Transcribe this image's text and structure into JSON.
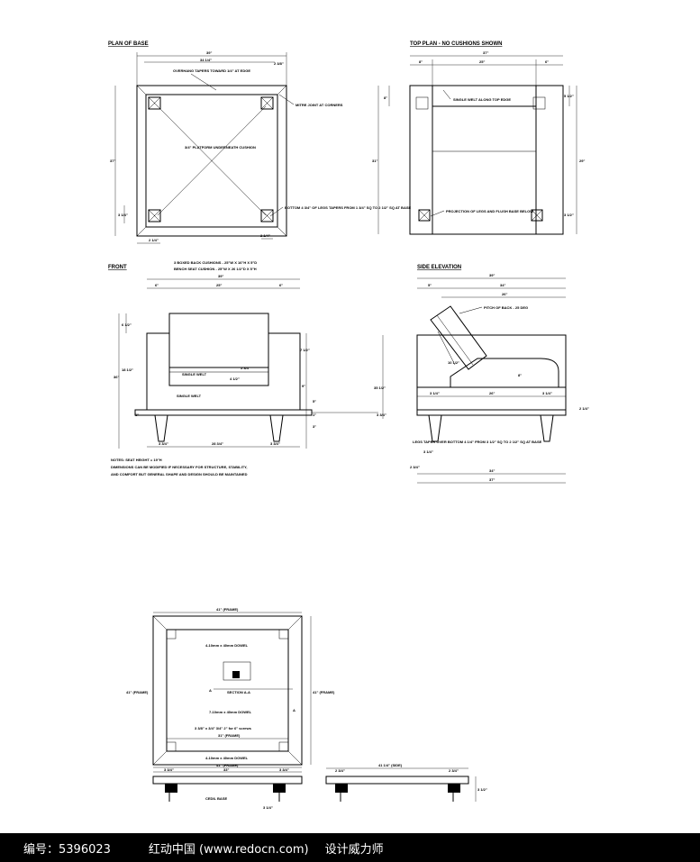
{
  "views": {
    "plan_of_base": {
      "title": "PLAN OF BASE",
      "dim_overall": "39\"",
      "dim_inner": "34 1/4\"",
      "dim_side_right": "2 3/8\"",
      "dim_height": "37\"",
      "dim_left_low": "3 1/4\"",
      "dim_bottom_left": "2 1/4\"",
      "dim_bottom_right": "2 1/4\"",
      "note_taper": "OVERHANG TAPERS TOWARD 1/4\" AT EDGE",
      "note_mitre": "MITRE JOINT AT CORNERS",
      "note_platform": "3/4\" PLATFORM UNDERNEATH CUSHION",
      "note_bottom": "BOTTOM 4 3/4\" OF LEGS TAPERS FROM 1 3/4\" SQ TO 2 1/2\" SQ AT BASE"
    },
    "top_plan": {
      "title": "TOP PLAN - NO CUSHIONS SHOWN",
      "dim_overall": "37\"",
      "dim_left": "8\"",
      "dim_center": "25\"",
      "dim_right": "6\"",
      "dim_height": "31\"",
      "dim_right_height": "29\"",
      "dim_top_right": "5 1/2\"",
      "dim_bottom_right": "3 1/2\"",
      "note_welt": "SINGLE WELT ALONG TOP EDGE",
      "note_projection": "PROJECTION OF LEGS AND FLUSH BASE BELOW"
    },
    "front": {
      "title": "FRONT",
      "cushion_note_1": "3 BOXED BACK CUSHIONS - 25\"W X 16\"H X 5\"D",
      "cushion_note_2": "BENCH SEAT CUSHION - 25\"W X 26 1/2\"D X 5\"H",
      "dim_overall": "39\"",
      "dim_left": "6\"",
      "dim_center": "25\"",
      "dim_right": "6\"",
      "dim_top_left": "6 1/2\"",
      "dim_left_height": "36\"",
      "dim_left_mid": "18 1/2\"",
      "dim_arm": "7 1/2\"",
      "dim_seat": "9\"",
      "dim_base": "5\"",
      "dim_leg": "3\"",
      "dim_bottom_left": "3 3/4\"",
      "dim_bottom_center": "28 3/4\"",
      "dim_bottom_right": "3 3/4\"",
      "dim_inner": "4 1/2\"",
      "label_welt_1": "SINGLE WELT",
      "label_welt_2": "SINGLE WELT",
      "dim_small_left": "1\"",
      "dim_small_right": "1\"",
      "seat_height_label": "5 3/4\""
    },
    "notes": {
      "line_1": "NOTES:  SEAT HEIGHT = 19\"H",
      "line_2": "DIMENSIONS CAN BE MODIFIED IF NECESSARY FOR STRUCTURE, STABILITY,",
      "line_3": "AND COMFORT BUT GENERAL SHAPE AND DESIGN SHOULD BE MAINTAINED"
    },
    "side_elevation": {
      "title": "SIDE ELEVATION",
      "dim_overall": "39\"",
      "dim_left": "5\"",
      "dim_right": "34\"",
      "dim_mid": "26\"",
      "pitch_note": "PITCH OF BACK - 25 DEG",
      "dim_back": "10 1/2\"",
      "dim_seat": "8\"",
      "dim_height": "35 1/2\"",
      "dim_base_left": "3 1/4\"",
      "dim_base_mid": "26\"",
      "dim_base_right": "3 1/4\"",
      "leg_note": "LEGS TAPER OVER BOTTOM 4 1/4\" FROM 3 1/2\" SQ TO 2 1/2\" SQ AT BASE",
      "dim_leg_gap": "3 1/4\"",
      "dim_leg_gap2": "2 3/4\"",
      "dim_bottom": "34\"",
      "dim_bottom_total": "37\"",
      "dim_right_small": "3 3/4\"",
      "dim_right_base": "2 1/4\""
    },
    "dowel_plan": {
      "dim_top": "41\" (FRAME)",
      "dowel_top": "4-10mm x 40mm DOWEL",
      "section_label": "SECTION A-A",
      "dowel_mid": "7-10mm x 40mm DOWEL",
      "screw_note": "3 3/8\" x 3/4\" 3/4\" 2\" for 6\" screws",
      "dim_inner": "31\" (FRAME)",
      "dowel_bottom": "4-10mm x 40mm DOWEL",
      "dim_bottom": "41\" (FRAME)",
      "dim_right": "41\" (FRAME)",
      "section_mark": "A",
      "dim_left": "41\" (FRAME)",
      "dim_frame_left": "3 3/4\"",
      "dim_frame_center": "33\"",
      "dim_frame_right": "3 3/4\"",
      "base_label": "CEDIL BASE",
      "dim_under": "3 1/4\""
    },
    "base_side": {
      "dim_top": "41 1/4\" (SIDE)",
      "dim_left": "2 3/4\"",
      "dim_right": "2 3/4\"",
      "dim_height": "3 1/2\""
    }
  },
  "footer": {
    "id_text": "编号：5396023",
    "site_text": "红动中国 (www.redocn.com)",
    "tag_text": "设计威力师"
  }
}
